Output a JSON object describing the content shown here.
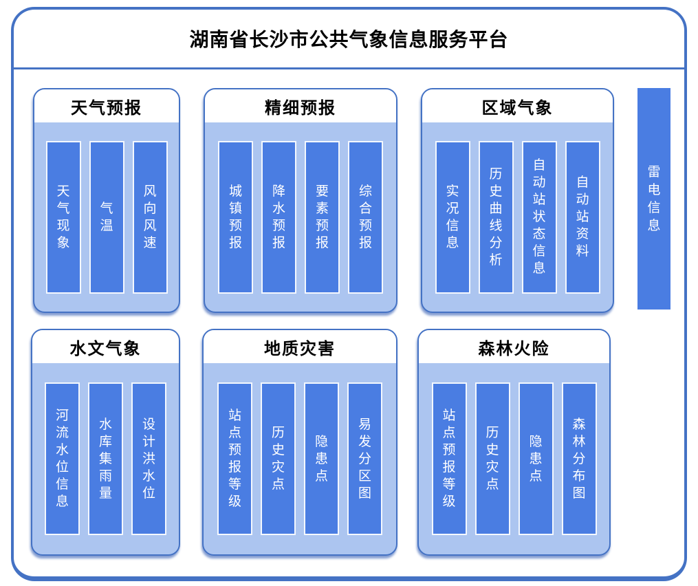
{
  "title": "湖南省长沙市公共气象信息服务平台",
  "colors": {
    "frame_border": "#4472C4",
    "panel_fill": "#ACC5F0",
    "panel_border": "#4472C4",
    "panel_header_bg": "#FFFFFF",
    "bar_fill": "#4A7DE2",
    "bar_border": "#F4F8FE",
    "bar_text": "#FFFFFF",
    "title_text": "#000000"
  },
  "panels": [
    {
      "title": "天气预报",
      "items": [
        "天气现象",
        "气温",
        "风向风速"
      ]
    },
    {
      "title": "精细预报",
      "items": [
        "城镇预报",
        "降水预报",
        "要素预报",
        "综合预报"
      ]
    },
    {
      "title": "区域气象",
      "items": [
        "实况信息",
        "历史曲线分析",
        "自动站状态信息",
        "自动站资料"
      ]
    },
    {
      "title": "水文气象",
      "items": [
        "河流水位信息",
        "水库集雨量",
        "设计洪水位"
      ]
    },
    {
      "title": "地质灾害",
      "items": [
        "站点预报等级",
        "历史灾点",
        "隐患点",
        "易发分区图"
      ]
    },
    {
      "title": "森林火险",
      "items": [
        "站点预报等级",
        "历史灾点",
        "隐患点",
        "森林分布图"
      ]
    }
  ],
  "side_bar": {
    "label": "雷电信息"
  }
}
